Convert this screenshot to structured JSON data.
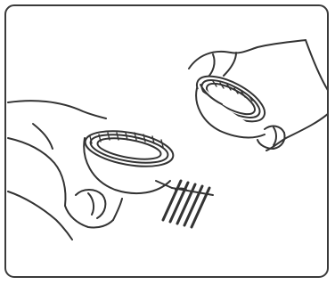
{
  "illustration": {
    "line_color": "#333333",
    "fill_color": "#ffffff",
    "parts": [
      "left-hand",
      "right-hand",
      "eyecup-left",
      "eyecup-right",
      "cleaning-brush"
    ]
  }
}
